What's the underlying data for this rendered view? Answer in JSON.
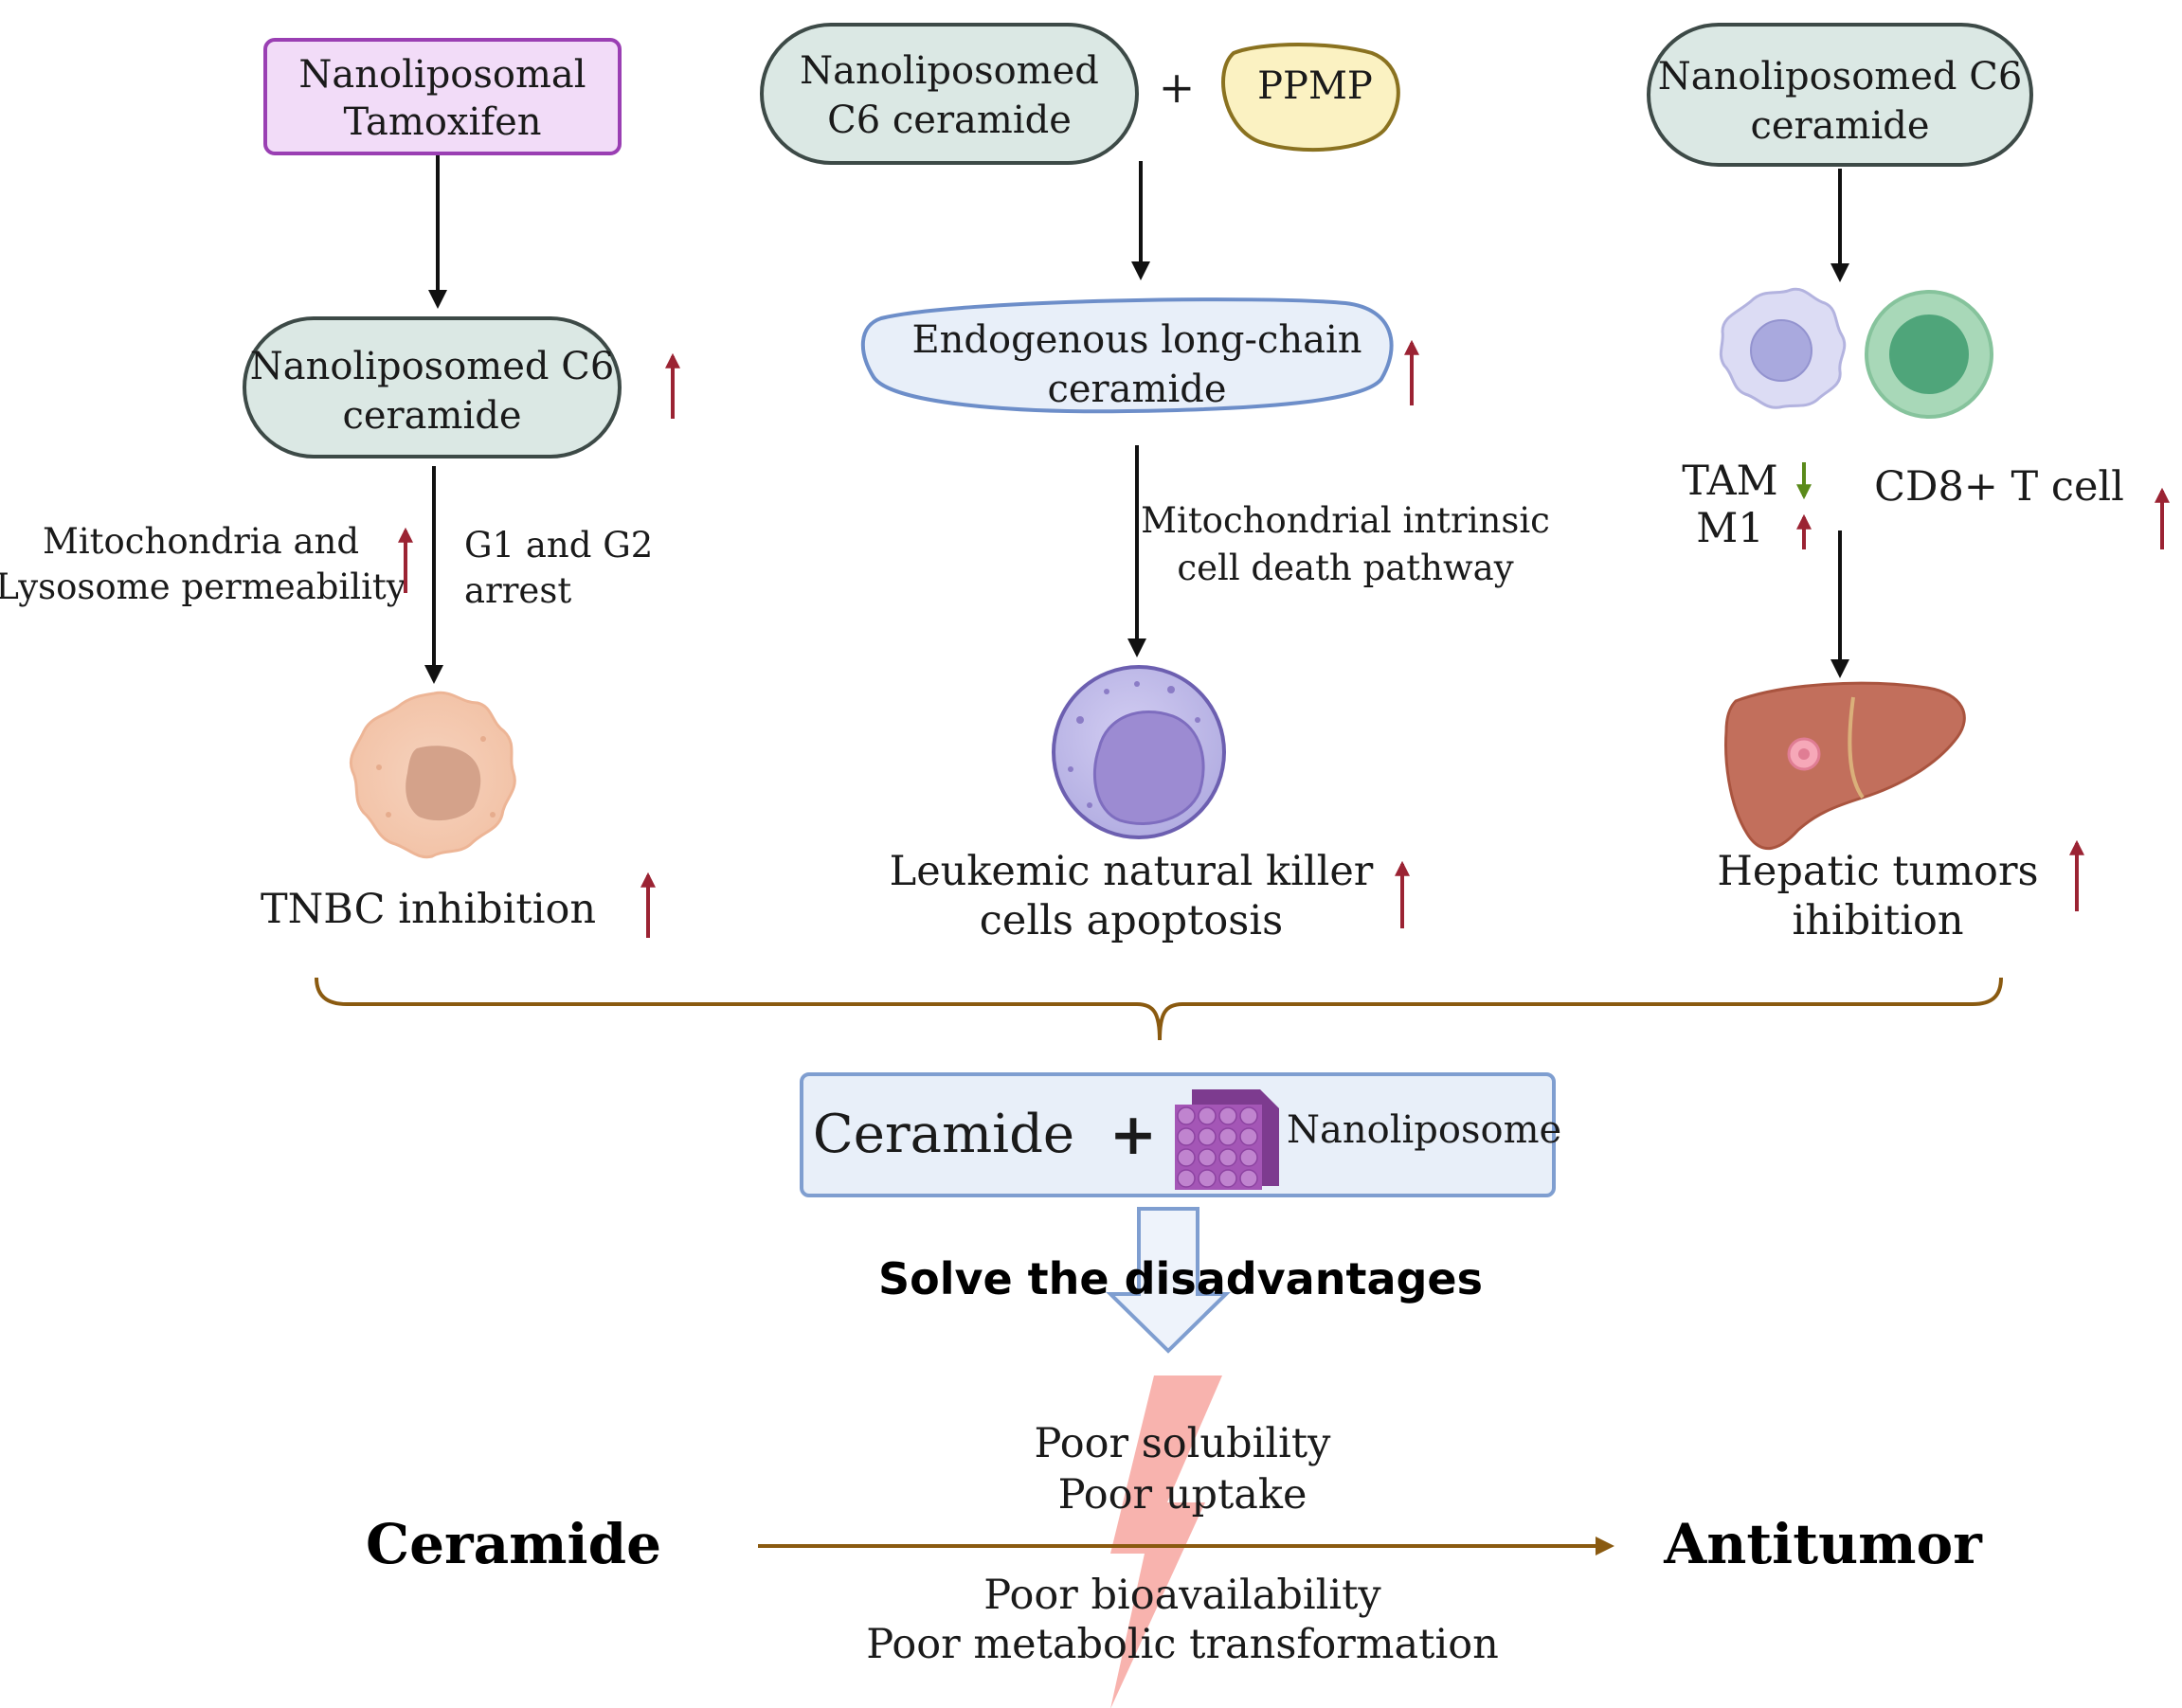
{
  "colors": {
    "teal_fill": "#dbe8e4",
    "teal_stroke": "#3d4a47",
    "purple_fill": "#f2dcf8",
    "purple_stroke": "#9a3fb3",
    "ppmp_fill": "#fbf2c2",
    "ppmp_stroke": "#8a7220",
    "blue_fill": "#e8eff9",
    "blue_stroke": "#7f9ed0",
    "up_arrow": "#9b2333",
    "down_arrow": "#5a8a1a",
    "brace": "#8a5a10",
    "bolt": "#f7a6a0"
  },
  "left": {
    "top_box": [
      "Nanoliposomal",
      "Tamoxifen"
    ],
    "mid_box": [
      "Nanoliposomed C6",
      "ceramide"
    ],
    "side_note_left": [
      "Mitochondria and",
      "Lysosome permeability"
    ],
    "side_note_right": [
      "G1 and G2",
      "arrest"
    ],
    "caption": "TNBC inhibition"
  },
  "middle": {
    "top_box": [
      "Nanoliposomed",
      "C6 ceramide"
    ],
    "plus": "+",
    "ppmp": "PPMP",
    "mid_box": [
      "Endogenous long-chain",
      "ceramide"
    ],
    "side_note": [
      "Mitochondrial intrinsic",
      "cell death pathway"
    ],
    "caption": [
      "Leukemic natural killer",
      "cells apoptosis"
    ]
  },
  "right": {
    "top_box": [
      "Nanoliposomed C6",
      "ceramide"
    ],
    "tam": "TAM",
    "m1": "M1",
    "cd8": "CD8+ T cell",
    "caption": [
      "Hepatic tumors",
      "ihibition"
    ]
  },
  "bottom": {
    "ceramide_label": "Ceramide",
    "plus": "+",
    "nanoliposome": "Nanoliposome",
    "solve": "Solve the disadvantages",
    "problems_top": [
      "Poor solubility",
      "Poor uptake"
    ],
    "problems_bottom": [
      "Poor bioavailability",
      "Poor metabolic transformation"
    ],
    "start": "Ceramide",
    "end": "Antitumor"
  }
}
